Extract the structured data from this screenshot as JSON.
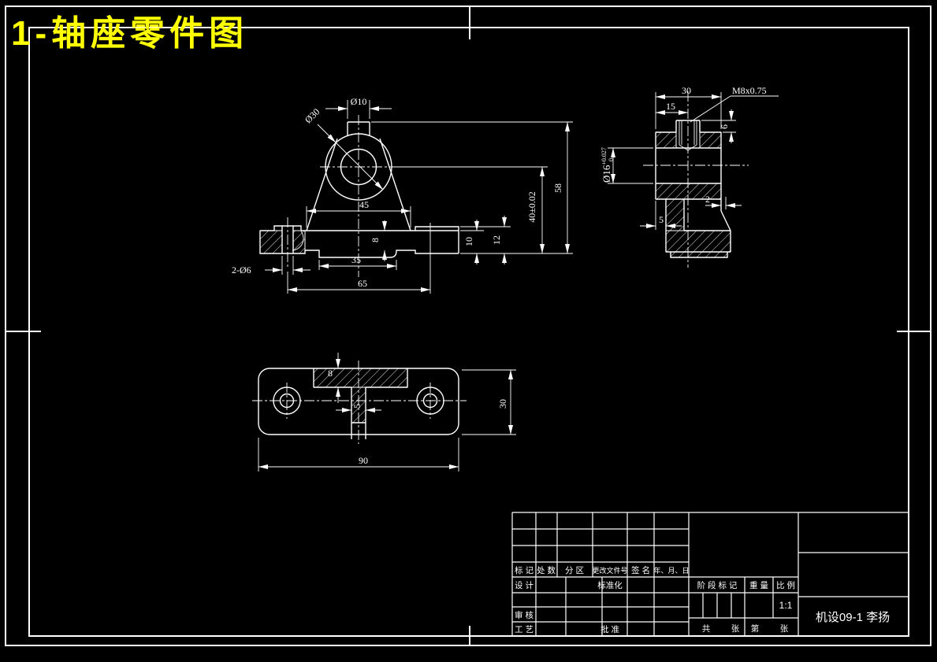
{
  "drawing_title": "1-轴座零件图",
  "colors": {
    "background": "#000000",
    "line": "#ffffff",
    "title": "#ffff00"
  },
  "front_view": {
    "dim_d10": "Ø10",
    "dim_d30": "Ø30",
    "dim_45": "45",
    "dim_8": "8",
    "dim_35": "35",
    "dim_65": "65",
    "dim_holes": "2-Ø6",
    "dim_10": "10",
    "dim_12": "12",
    "dim_40": "40±0.02",
    "dim_58": "58"
  },
  "side_view": {
    "dim_30": "30",
    "dim_15": "15",
    "dim_thread": "M8x0.75",
    "dim_6": "6",
    "dim_bore": "Ø16",
    "dim_bore_tol_up": "+0.027",
    "dim_bore_tol_dn": "0",
    "dim_2": "2",
    "dim_5": "5"
  },
  "bottom_view": {
    "dim_90": "90",
    "dim_30": "30",
    "dim_8": "8",
    "dim_5": "5"
  },
  "title_block": {
    "col_mark": "标 记",
    "col_count": "处 数",
    "col_zone": "分 区",
    "col_doc_no": "更改文件号",
    "col_sign": "签 名",
    "col_date": "年、月、日",
    "design": "设 计",
    "standardization": "标准化",
    "review": "审 核",
    "process": "工 艺",
    "approve": "批 准",
    "stage_mark": "阶 段 标 记",
    "weight": "重 量",
    "scale_label": "比 例",
    "scale_value": "1:1",
    "sheets_total_label": "共",
    "sheets_total_unit": "张",
    "sheet_no_label": "第",
    "sheet_no_unit": "张",
    "org": "机设09-1 李扬"
  }
}
